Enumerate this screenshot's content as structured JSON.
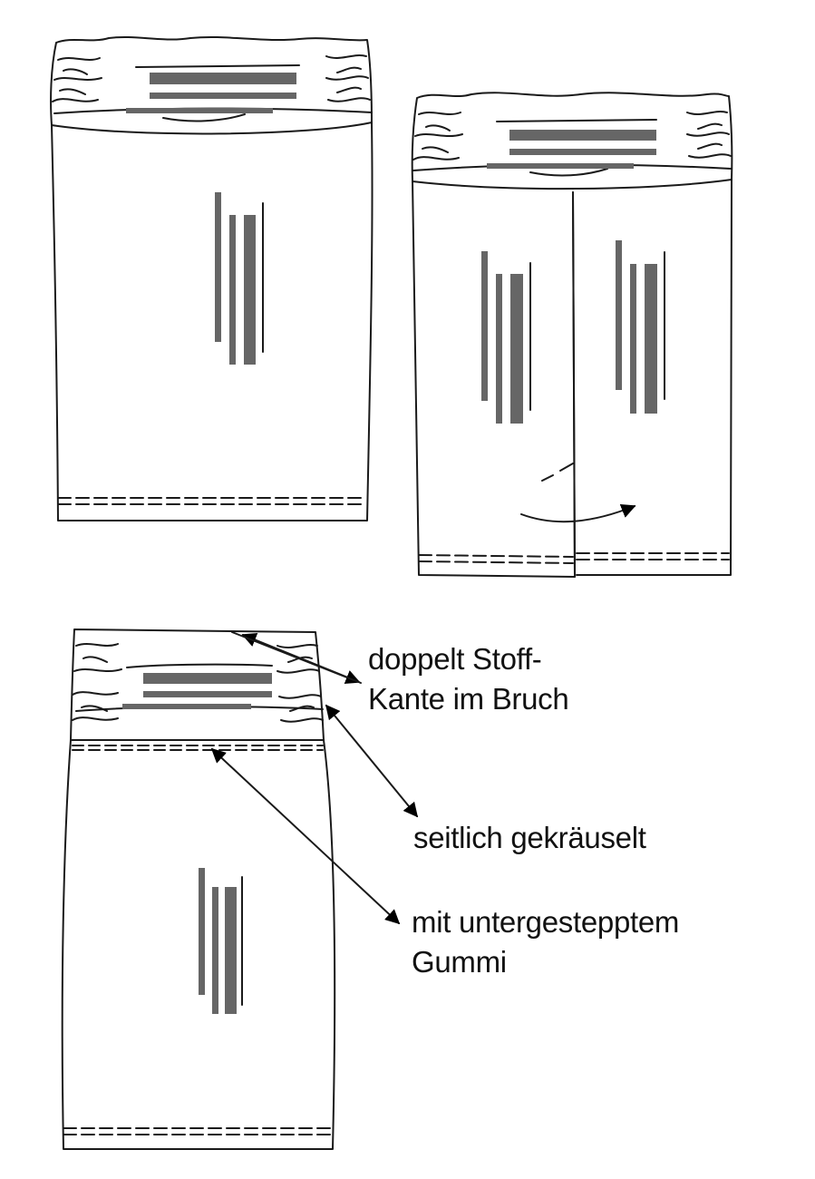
{
  "callouts": {
    "double_fabric": {
      "line1": "doppelt Stoff-",
      "line2": "Kante im Bruch"
    },
    "gathered_side": {
      "line1": "seitlich gekräuselt"
    },
    "elastic": {
      "line1": "mit untergestepptem",
      "line2": "Gummi"
    }
  },
  "colors": {
    "outline": "#1a1a1a",
    "stripe_fill": "#666666",
    "background": "#ffffff"
  }
}
